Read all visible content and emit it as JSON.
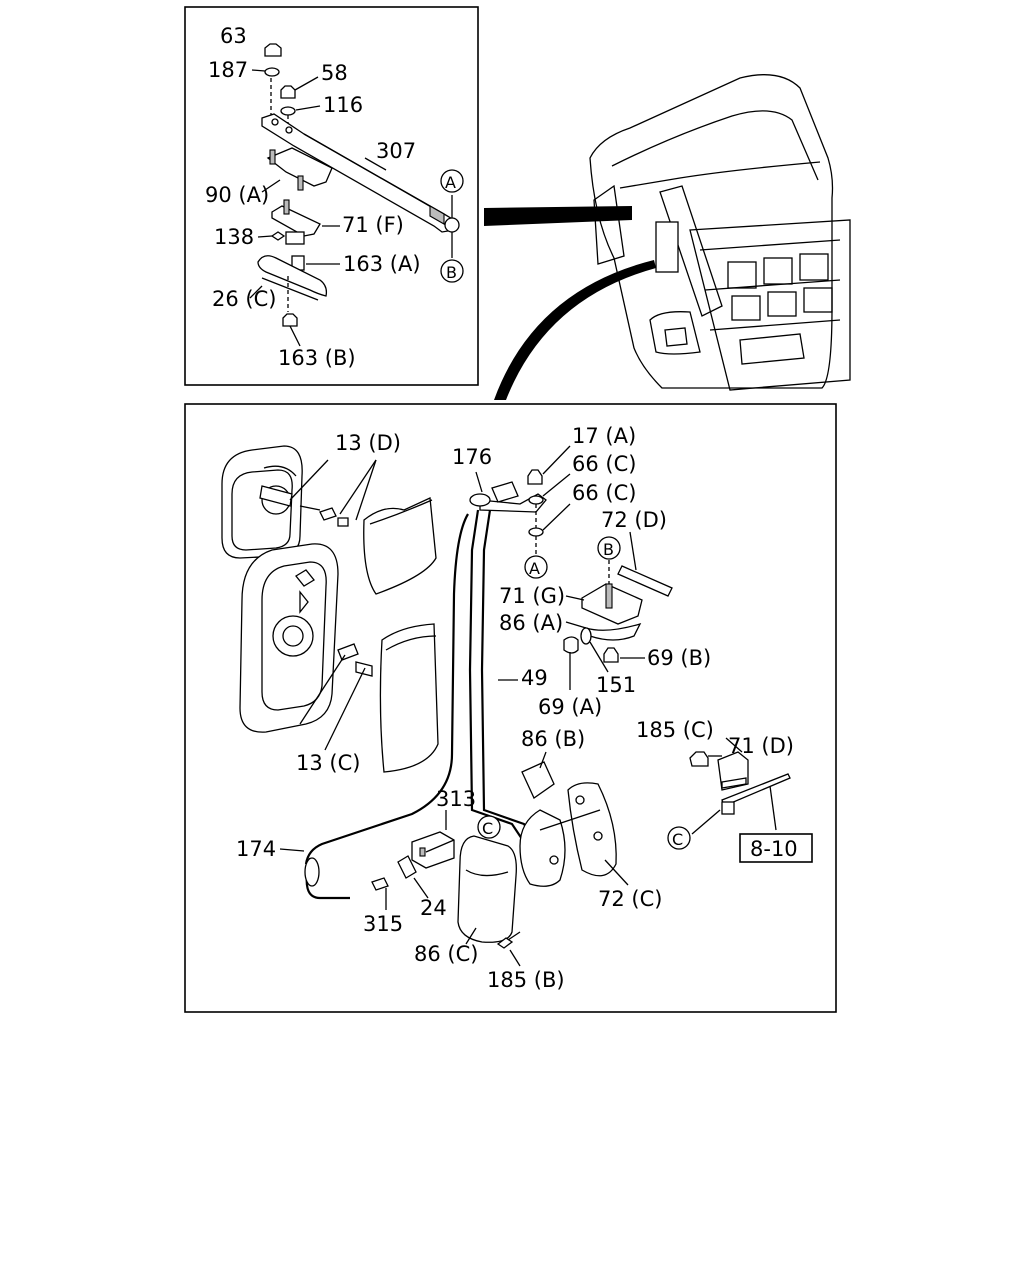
{
  "upper_callouts": {
    "c63": "63",
    "c187": "187",
    "c58": "58",
    "c116": "116",
    "c307": "307",
    "c90a": "90 (A)",
    "c71f": "71 (F)",
    "c138": "138",
    "c163a": "163 (A)",
    "c26c": "26 (C)",
    "c163b": "163 (B)"
  },
  "lower_callouts": {
    "c13d": "13 (D)",
    "c176": "176",
    "c17a": "17 (A)",
    "c66c1": "66 (C)",
    "c66c2": "66 (C)",
    "c72d": "72 (D)",
    "c71g": "71 (G)",
    "c86a": "86 (A)",
    "c69b": "69 (B)",
    "c151": "151",
    "c69a": "69 (A)",
    "c49": "49",
    "c13c": "13 (C)",
    "c86b": "86 (B)",
    "c185c": "185 (C)",
    "c71d": "71 (D)",
    "c313": "313",
    "c174": "174",
    "c315": "315",
    "c24": "24",
    "c86c": "86 (C)",
    "c185b": "185 (B)",
    "c72c": "72 (C)"
  },
  "refs": {
    "A": "A",
    "B": "B",
    "C": "C"
  },
  "page_ref": "8-10"
}
